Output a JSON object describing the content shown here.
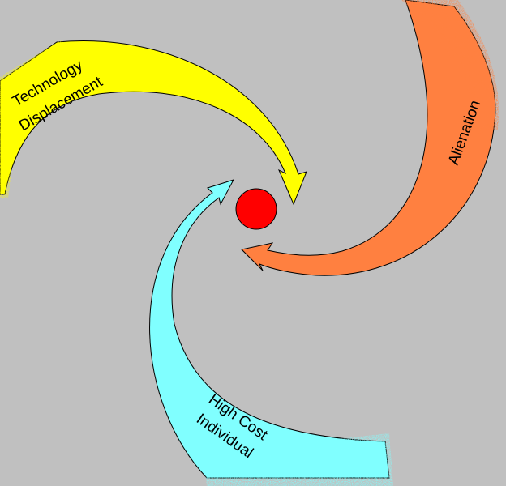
{
  "diagram": {
    "center": {
      "color": "#ff0000"
    },
    "arrows": [
      {
        "id": "technology",
        "lines": [
          "Technology",
          "Displacement"
        ],
        "color": "#ffff00"
      },
      {
        "id": "alienation",
        "lines": [
          "Alienation"
        ],
        "color": "#ff8040"
      },
      {
        "id": "high-cost",
        "lines": [
          "High Cost",
          "Individual"
        ],
        "color": "#80ffff"
      }
    ],
    "background": "#c0c0c0"
  }
}
